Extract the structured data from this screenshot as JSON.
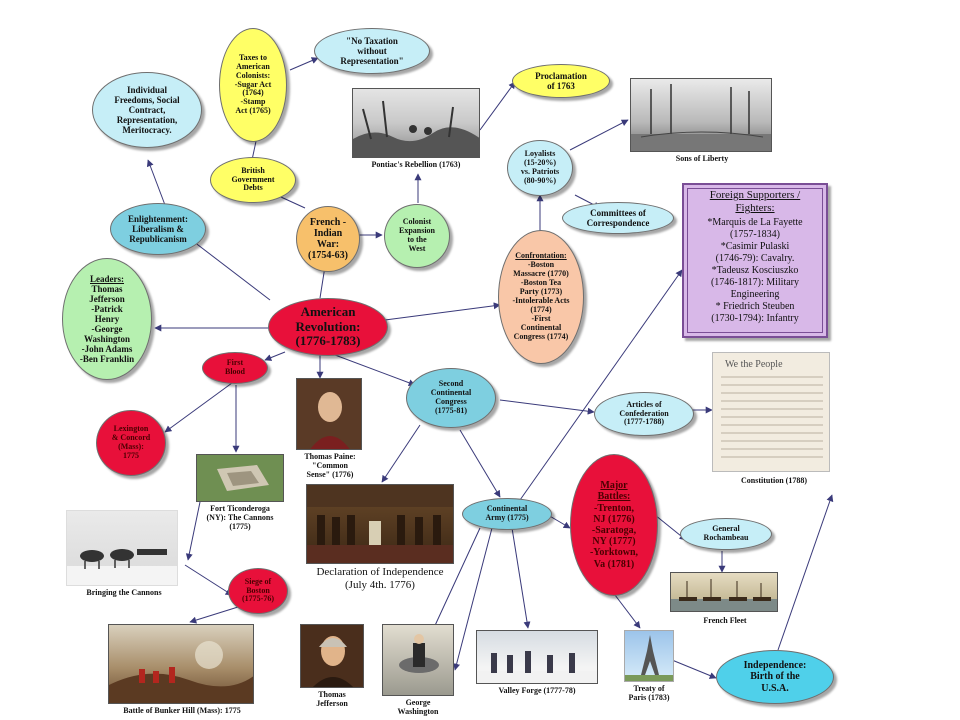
{
  "colors": {
    "light_blue": "#c6eef7",
    "aqua": "#7ecfe0",
    "yellow": "#ffff66",
    "orange": "#f7c06b",
    "green_light": "#b6f0b0",
    "red": "#e8103a",
    "salmon": "#f9c7a8",
    "purple": "#d8b8e8",
    "edge": "#3a3a7a"
  },
  "nodes": {
    "no_taxation": "\"No Taxation\nwithout\nRepresentation\"",
    "taxes": "Taxes to\nAmerican\nColonists:\n-Sugar Act\n(1764)\n-Stamp\nAct (1765)",
    "individual_freedoms": "Individual\nFreedoms, Social\nContract,\nRepresentation,\nMeritocracy.",
    "proclamation": "Proclamation\nof 1763",
    "british_debts": "British\nGovernment\nDebts",
    "loyalists": "Loyalists\n(15-20%)\nvs. Patriots\n(80-90%)",
    "enlightenment": "Enlightenment:\nLiberalism &\nRepublicanism",
    "french_indian": "French -\nIndian\nWar:\n(1754-63)",
    "colonist_expansion": "Colonist\nExpansion\nto the\nWest",
    "committees": "Committees of\nCorrespondence",
    "leaders_title": "Leaders:",
    "leaders_body": "Thomas\nJefferson\n-Patrick\nHenry\n-George\nWashington\n-John Adams\n-Ben Franklin",
    "american_revolution": "American\nRevolution:\n(1776-1783)",
    "confrontation_title": "Confrontation:",
    "confrontation_body": "-Boston\nMassacre (1770)\n-Boston Tea\nParty (1773)\n-Intolerable Acts\n(1774)\n-First\nContinental\nCongress (1774)",
    "first_blood": "First\nBlood",
    "second_congress": "Second\nContinental\nCongress\n(1775-81)",
    "articles": "Articles of\nConfederation\n(1777-1788)",
    "lexington": "Lexington\n& Concord\n(Mass):\n1775",
    "continental_army": "Continental\nArmy (1775)",
    "major_battles_title": "Major\nBattles:",
    "major_battles_body": "-Trenton,\nNJ (1776)\n-Saratoga,\nNY (1777)\n-Yorktown,\nVa (1781)",
    "rochambeau": "General\nRochambeau",
    "siege_boston": "Siege of\nBoston\n(1775-76)",
    "independence": "Independence:\nBirth of the\nU.S.A."
  },
  "foreign": {
    "title": "Foreign Supporters /\nFighters:",
    "body": "*Marquis de La Fayette\n(1757-1834)\n*Casimir Pulaski\n(1746-79): Cavalry.\n*Tadeusz Kosciuszko\n(1746-1817): Military\nEngineering\n* Friedrich Steuben\n(1730-1794): Infantry"
  },
  "captions": {
    "pontiac": "Pontiac's Rebellion (1763)",
    "sons_liberty": "Sons of Liberty",
    "thomas_paine": "Thomas Paine:\n\"Common\nSense\" (1776)",
    "constitution": "Constitution (1788)",
    "fort_ticonderoga": "Fort Ticonderoga\n(NY): The Cannons\n(1775)",
    "declaration": "Declaration of Independence\n(July 4th. 1776)",
    "bringing_cannons": "Bringing the Cannons",
    "french_fleet": "French Fleet",
    "bunker_hill": "Battle of Bunker Hill (Mass): 1775",
    "thomas_jefferson": "Thomas\nJefferson",
    "george_washington": "George\nWashington",
    "valley_forge": "Valley Forge (1777-78)",
    "treaty_paris": "Treaty of\nParis (1783)"
  }
}
